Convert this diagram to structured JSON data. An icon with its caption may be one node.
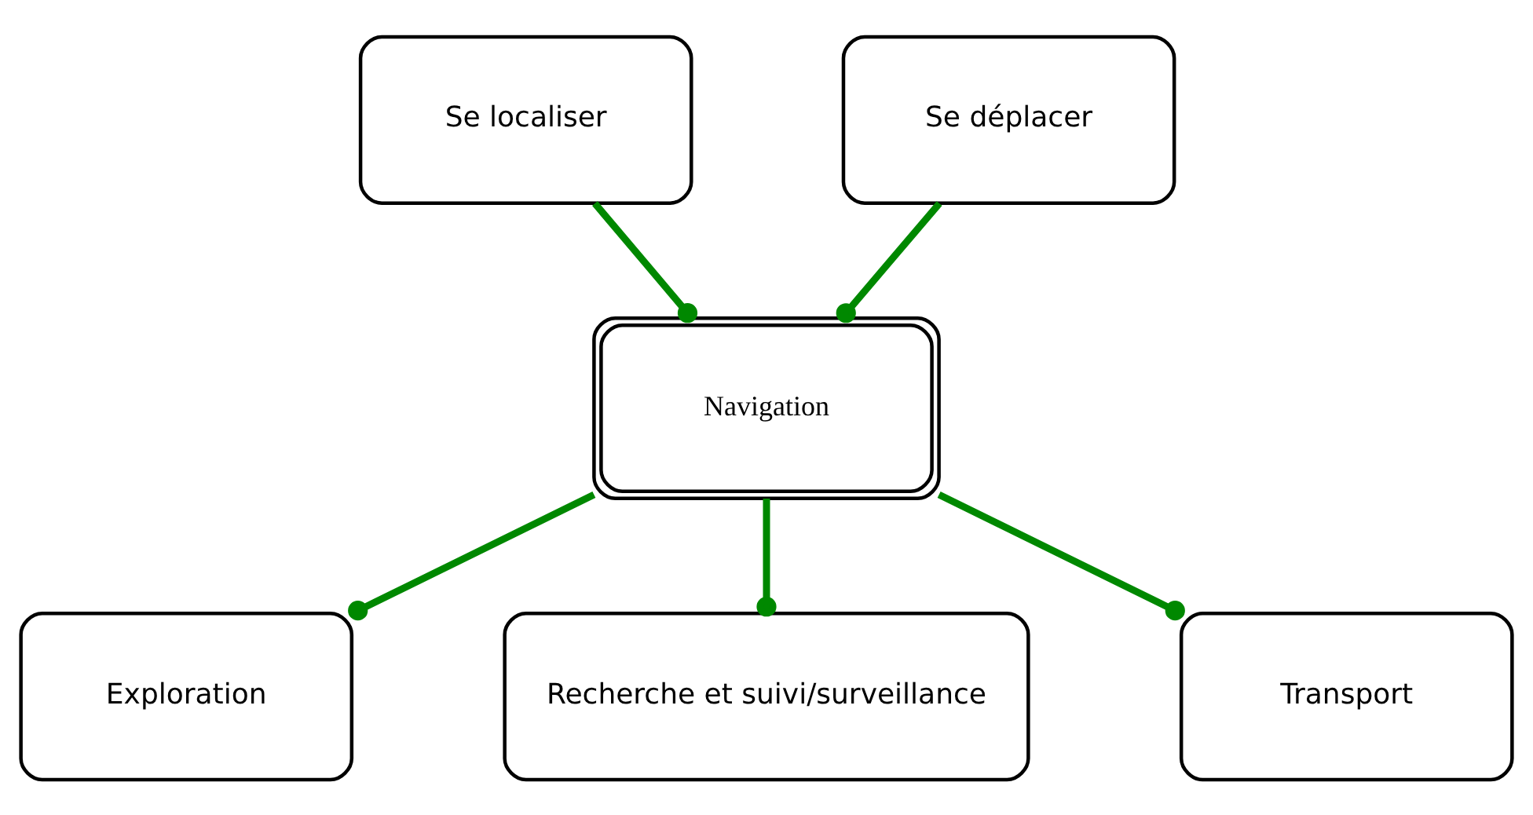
{
  "diagram": {
    "nodes": [
      {
        "text": [
          "Se localiser"
        ]
      },
      {
        "text": [
          "Se déplacer"
        ]
      },
      {
        "text": [
          "Navigation"
        ]
      },
      {
        "text": [
          "Exploration"
        ]
      },
      {
        "text": [
          "Recherche et suivi/surveillance"
        ]
      },
      {
        "text": [
          "Transport"
        ]
      }
    ],
    "edges": [
      {
        "from": 0,
        "to": 2,
        "arrow": "other"
      },
      {
        "from": 1,
        "to": 2,
        "arrow": "other"
      },
      {
        "from": 2,
        "to": 3,
        "arrow": "other"
      },
      {
        "from": 2,
        "to": 4,
        "arrow": "other"
      },
      {
        "from": 2,
        "to": 5,
        "arrow": "other"
      }
    ]
  }
}
